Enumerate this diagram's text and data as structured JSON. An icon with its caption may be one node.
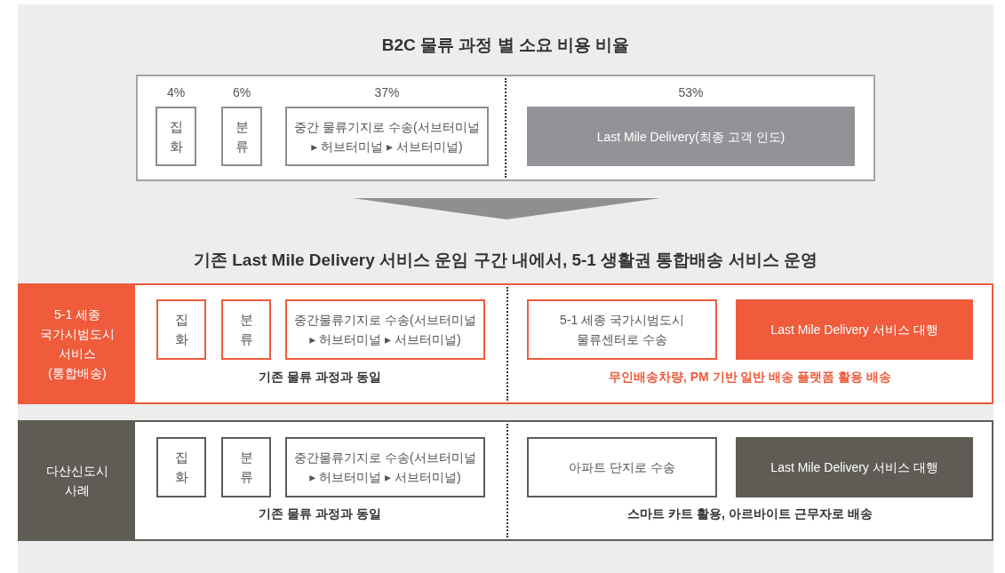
{
  "diagram": {
    "title": "B2C 물류 과정 별 소요 비용 비율",
    "nodes": [
      {
        "text": [],
        "shape": "box"
      },
      {
        "text": [
          "집화"
        ],
        "beside": [
          "4%"
        ],
        "in": 0
      },
      {
        "text": [
          "분류"
        ],
        "beside": [
          "6%"
        ],
        "in": 0
      },
      {
        "text": [
          "중간 물류기지로 수송(서브터미널 ▸ 허브터미널 ▸ 서브터미널)"
        ],
        "beside": [
          "37%"
        ],
        "in": 0
      },
      {
        "text": [
          "Last Mile Delivery(최종 고객 인도)"
        ],
        "beside": [
          "53%"
        ],
        "in": 0
      },
      {
        "text": [
          "5-1 세종 국가시범도시 서비스(통합배송)"
        ]
      },
      {
        "text": [
          "집화"
        ],
        "in": 5
      },
      {
        "text": [
          "분류"
        ],
        "in": 5
      },
      {
        "text": [
          "중간물류기지로 수송(서브터미널 ▸ 허브터미널 ▸ 서브터미널)"
        ],
        "in": 5
      },
      {
        "text": [
          "5-1 세종 국가시범도시 물류센터로 수송"
        ],
        "in": 5
      },
      {
        "text": [
          "Last Mile Delivery 서비스 대행"
        ],
        "in": 5
      },
      {
        "text": [
          "다산신도시 사례"
        ]
      },
      {
        "text": [
          "집화"
        ],
        "in": 11
      },
      {
        "text": [
          "분류"
        ],
        "in": 11
      },
      {
        "text": [
          "중간물류기지로 수송(서브터미널 ▸ 허브터미널 ▸ 서브터미널)"
        ],
        "in": 11
      },
      {
        "text": [
          "아파트 단지로 수송"
        ],
        "in": 11
      },
      {
        "text": [
          "Last Mile Delivery 서비스 대행"
        ],
        "in": 11
      }
    ],
    "labels": [
      "기존 Last Mile Delivery 서비스 운임 구간 내에서, 5-1 생활권 통합배송 서비스 운영",
      "기존 물류 과정과 동일",
      "무인배송차량, PM 기반 일반 배송 플랫폼 활용 배송",
      "기존 물류 과정과 동일",
      "스마트 카트 활용, 아르바이트 근무자로 배송"
    ]
  }
}
